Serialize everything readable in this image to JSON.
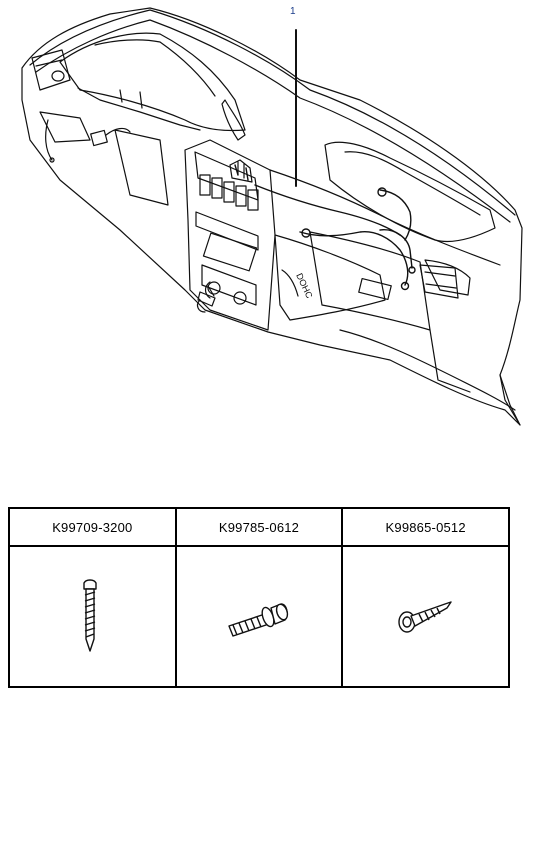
{
  "diagram": {
    "callout_label": "1",
    "callouts": [
      {
        "label": "1",
        "part": "wiring harness"
      }
    ]
  },
  "parts_table": {
    "columns": [
      {
        "part_number": "K99709-3200",
        "icon": "long-tapping-screw-icon"
      },
      {
        "part_number": "K99785-0612",
        "icon": "flange-bolt-icon"
      },
      {
        "part_number": "K99865-0512",
        "icon": "washer-screw-icon"
      }
    ]
  }
}
